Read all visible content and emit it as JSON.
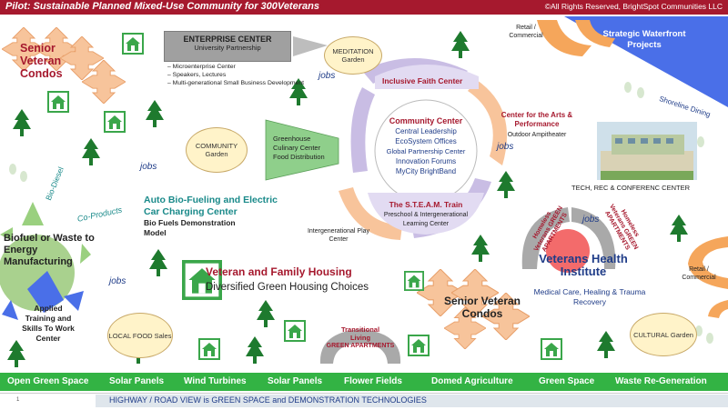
{
  "header": {
    "title": "Pilot:  Sustainable Planned Mixed-Use Community for 300Veterans",
    "copyright": "©All Rights Reserved, BrightSpot Communities LLC"
  },
  "colors": {
    "accent_red": "#a6192e",
    "green": "#33b344",
    "navy": "#1f3c88",
    "teal": "#1a8a8a",
    "orange": "#f5a65b"
  },
  "senior_condos_top": "Senior Veteran Condos",
  "senior_condos_bottom": "Senior Veteran Condos",
  "enterprise": {
    "title": "ENTERPRISE CENTER",
    "subtitle": "University Partnership",
    "bullets": [
      "Microenterprise Center",
      "Speakers, Lectures",
      "Multi-generational Small Business Development"
    ]
  },
  "meditation": "MEDITATION Garden",
  "community_garden": "COMMUNITY Garden",
  "local_food": "LOCAL FOOD Sales",
  "cultural": "CULTURAL Garden",
  "greenhouse": [
    "Greenhouse",
    "Culinary Center",
    "Food Distribution"
  ],
  "faith": "Inclusive Faith Center",
  "community_center": {
    "title": "Community Center",
    "lines": [
      "Central Leadership",
      "EcoSystem Offices",
      "Global Partnership Center",
      "Innovation Forums",
      "MyCity BrightBand"
    ]
  },
  "steam": {
    "title": "The S.T.E.A.M. Train",
    "lines": [
      "Preschool & Intergenerational",
      "Learning Center"
    ]
  },
  "intergen": "Intergenerational Play Center",
  "arts": {
    "title": "Center for the Arts & Performance",
    "sub": "Outdoor Ampitheater"
  },
  "retail_top": "Retail / Commercial",
  "retail_right": "Retail / Commercial",
  "waterfront": "Strategic Waterfront Projects",
  "shoreline": "Shoreline Dining",
  "tech": "TECH, REC & CONFERENC CENTER",
  "jobs": "jobs",
  "bio_diesel": "Bio-Diesel",
  "co_products": "Co-Products",
  "auto": {
    "title": "Auto Bio-Fueling and Electric Car Charging Center",
    "sub": "Bio Fuels Demonstration Model"
  },
  "biofuel": "Biofuel or Waste to Energy Manufacturing",
  "applied": "Applied Training and Skills To Work Center",
  "housing": {
    "title": "Veteran and Family Housing",
    "sub": "Diversified Green Housing Choices"
  },
  "homeless_left": "Homeless Veterans GREEN APARTMENTS",
  "homeless_right": "Homeless Veterans GREEN APARTMENTS",
  "health": {
    "title": "Veterans Health Institute",
    "sub": "Medical Care, Healing & Trauma Recovery"
  },
  "transitional": {
    "title": "Transitional Living",
    "sub": "GREEN APARTMENTS"
  },
  "green_bar": [
    "Open Green Space",
    "Solar Panels",
    "Wind Turbines",
    "Solar Panels",
    "Flower Fields",
    "Domed Agriculture",
    "Green  Space",
    "Waste Re-Generation"
  ],
  "page_number": "1",
  "highway": "HIGHWAY / ROAD VIEW is GREEN SPACE and DEMONSTRATION TECHNOLOGIES"
}
